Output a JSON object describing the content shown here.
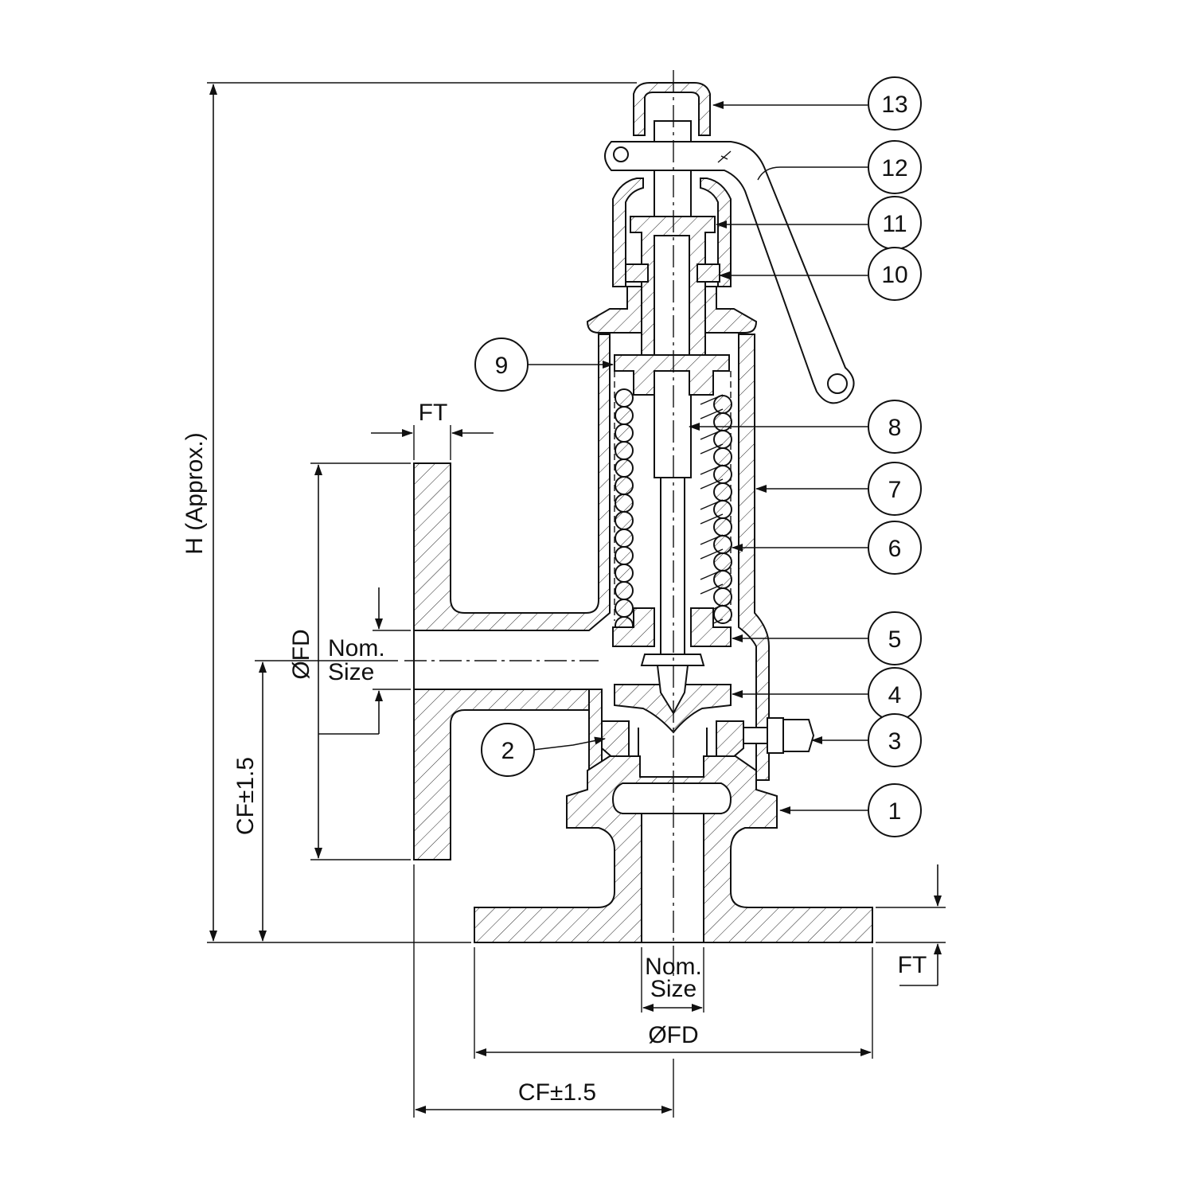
{
  "drawing": {
    "dimensions": {
      "height_label": "H (Approx.)",
      "inlet_face_to_face": "CF±1.5",
      "outlet_face_to_face": "CF±1.5",
      "flange_thickness_top": "FT",
      "flange_thickness_bottom": "FT",
      "flange_diameter_side": "ØFD",
      "flange_diameter_bottom": "ØFD",
      "nominal_size_side_line1": "Nom.",
      "nominal_size_side_line2": "Size",
      "nominal_size_bottom_line1": "Nom.",
      "nominal_size_bottom_line2": "Size"
    },
    "callouts": [
      "13",
      "12",
      "11",
      "10",
      "9",
      "8",
      "7",
      "6",
      "5",
      "4",
      "3",
      "2",
      "1"
    ]
  }
}
